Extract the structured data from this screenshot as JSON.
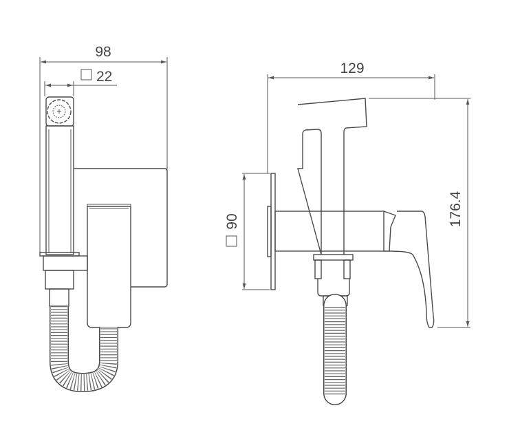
{
  "drawing": {
    "front_view": {
      "overall_width": "98",
      "head_square_size": "22"
    },
    "side_view": {
      "overall_depth": "129",
      "plate_square_size": "90",
      "overall_height": "176.4"
    },
    "square_symbol": "□",
    "line_color": "#4a4a4a"
  }
}
